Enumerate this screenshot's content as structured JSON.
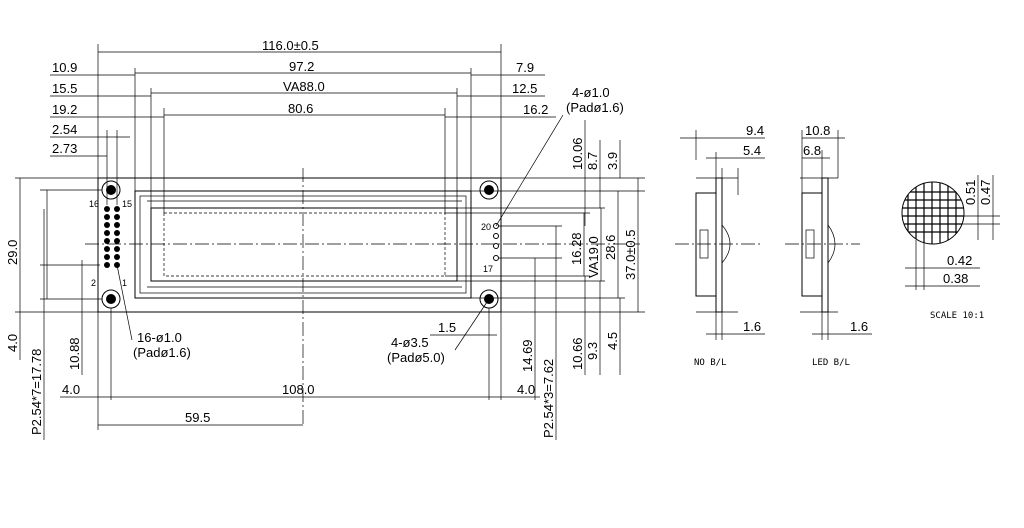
{
  "dims": {
    "overall_width": "116.0±0.5",
    "outline_width": "97.2",
    "va_width": "VA88.0",
    "aa_width": "80.6",
    "left_10_9": "10.9",
    "left_15_5": "15.5",
    "left_19_2": "19.2",
    "pitch_2_54": "2.54",
    "left_2_73": "2.73",
    "right_7_9": "7.9",
    "right_12_5": "12.5",
    "right_16_2": "16.2",
    "top_10_06": "10.06",
    "top_8_7": "8.7",
    "top_3_9": "3.9",
    "height_29_0": "29.0",
    "height_37": "37.0±0.5",
    "height_28_6": "28.6",
    "va_height": "VA19.0",
    "aa_height": "16.28",
    "bot_4_0_v": "4.0",
    "bot_10_88": "10.88",
    "pitch_17_78": "P2.54*7=17.78",
    "bot_14_69": "14.69",
    "pitch_7_62": "P2.54*3=7.62",
    "bot_10_66": "10.66",
    "bot_9_3": "9.3",
    "bot_4_5": "4.5",
    "bot_4_0_left": "4.0",
    "bot_4_0_right": "4.0",
    "hole_span": "108.0",
    "half_59_5": "59.5",
    "dim_1_5": "1.5",
    "side_9_4": "9.4",
    "side_5_4": "5.4",
    "side_10_8": "10.8",
    "side_6_8": "6.8",
    "side_1_6_a": "1.6",
    "side_1_6_b": "1.6",
    "dot_0_51": "0.51",
    "dot_0_47": "0.47",
    "dot_0_42": "0.42",
    "dot_0_38": "0.38"
  },
  "notes": {
    "pads_small_count": "4-ø1.0",
    "pads_small_pad": "(Padø1.6)",
    "pins_count": "16-ø1.0",
    "pins_pad": "(Padø1.6)",
    "mount_count": "4-ø3.5",
    "mount_pad": "(Padø5.0)"
  },
  "pins": {
    "p16": "16",
    "p15": "15",
    "p2": "2",
    "p1": "1",
    "p20": "20",
    "p17": "17"
  },
  "labels": {
    "no_bl": "NO B/L",
    "led_bl": "LED B/L",
    "scale": "SCALE 10:1"
  }
}
